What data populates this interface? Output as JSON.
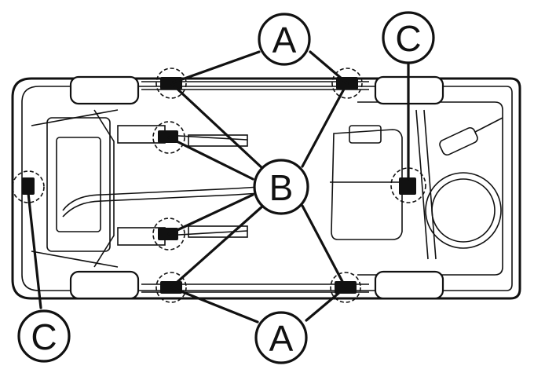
{
  "callouts": {
    "a_top": "A",
    "a_bottom": "A",
    "b_center": "B",
    "c_top_right": "C",
    "c_bottom_left": "C"
  },
  "colors": {
    "line": "#111111",
    "background": "#ffffff"
  }
}
